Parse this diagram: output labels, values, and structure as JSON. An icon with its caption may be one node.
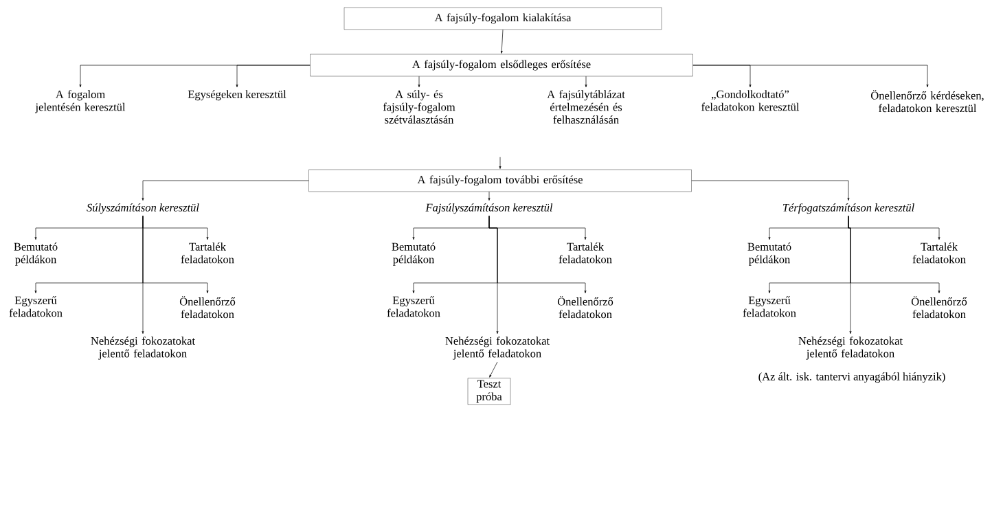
{
  "diagram": {
    "nodes": [
      {
        "text": [
          "A fajsúly-fogalom kialakítása"
        ]
      },
      {
        "text": [
          "A fajsúly-fogalom elsődleges erősítése"
        ]
      },
      {
        "text": [
          "A fogalom jelentésén keresztül"
        ]
      },
      {
        "text": [
          "Egységeken keresztül"
        ]
      },
      {
        "text": [
          "A súly- és fajsúly-fogalom szétválasztásán"
        ]
      },
      {
        "text": [
          "A fajsúlytáblázat értelmezésén és felhasználásán"
        ]
      },
      {
        "text": [
          "„Gondolkodtató” feladatokon keresztül"
        ]
      },
      {
        "text": [
          "Önellenőrző kérdéseken, feladatokon keresztül"
        ]
      },
      {
        "text": [
          "A fajsúly-fogalom további erősítése"
        ]
      },
      {
        "text": [
          "Súlyszámításon keresztül"
        ]
      },
      {
        "text": [
          "Fajsúlyszámításon keresztül"
        ]
      },
      {
        "text": [
          "Térfogatszámításon keresztül"
        ]
      },
      {
        "text": [
          "Bemutató példákon"
        ]
      },
      {
        "text": [
          "Tartalék feladatokon"
        ]
      },
      {
        "text": [
          "Egyszerű feladatokon"
        ]
      },
      {
        "text": [
          "Önellenőrző feladatokon"
        ]
      },
      {
        "text": [
          "Nehézségi fokozatokat jelentő feladatokon"
        ]
      },
      {
        "text": [
          "Bemutató példákon"
        ]
      },
      {
        "text": [
          "Tartalék feladatokon"
        ]
      },
      {
        "text": [
          "Egyszerű feladatokon"
        ]
      },
      {
        "text": [
          "Önellenőrző feladatokon"
        ]
      },
      {
        "text": [
          "Nehézségi fokozatokat jelentő feladatokon"
        ]
      },
      {
        "text": [
          "Bemutató példákon"
        ]
      },
      {
        "text": [
          "Tartalék feladatokon"
        ]
      },
      {
        "text": [
          "Egyszerű feladatokon"
        ]
      },
      {
        "text": [
          "Önellenőrző feladatokon"
        ]
      },
      {
        "text": [
          "Nehézségi fokozatokat jelentő feladatokon"
        ]
      },
      {
        "text": [
          "Teszt próba"
        ]
      }
    ],
    "edges": [
      {
        "from": 0,
        "to": 1,
        "arrow": "to"
      },
      {
        "from": 1,
        "to": 2,
        "arrow": "to"
      },
      {
        "from": 1,
        "to": 3,
        "arrow": "to"
      },
      {
        "from": 1,
        "to": 4,
        "arrow": "to"
      },
      {
        "from": 1,
        "to": 5,
        "arrow": "to"
      },
      {
        "from": 1,
        "to": 6,
        "arrow": "to"
      },
      {
        "from": 1,
        "to": 7,
        "arrow": "to"
      },
      {
        "from": null,
        "to": 8,
        "arrow": "to"
      },
      {
        "from": 8,
        "to": 9,
        "arrow": "to"
      },
      {
        "from": 8,
        "to": 10,
        "arrow": "to"
      },
      {
        "from": 8,
        "to": 11,
        "arrow": "to"
      },
      {
        "from": 9,
        "to": 12,
        "arrow": "to"
      },
      {
        "from": 9,
        "to": 13,
        "arrow": "to"
      },
      {
        "from": 9,
        "to": 14,
        "arrow": "to"
      },
      {
        "from": 9,
        "to": 15,
        "arrow": "to"
      },
      {
        "from": 9,
        "to": 16,
        "arrow": "to"
      },
      {
        "from": 10,
        "to": 17,
        "arrow": "to"
      },
      {
        "from": 10,
        "to": 18,
        "arrow": "to"
      },
      {
        "from": 10,
        "to": 19,
        "arrow": "to"
      },
      {
        "from": 10,
        "to": 20,
        "arrow": "to"
      },
      {
        "from": 10,
        "to": 21,
        "arrow": "to"
      },
      {
        "from": 11,
        "to": 22,
        "arrow": "to"
      },
      {
        "from": 11,
        "to": 23,
        "arrow": "to"
      },
      {
        "from": 11,
        "to": 24,
        "arrow": "to"
      },
      {
        "from": 11,
        "to": 25,
        "arrow": "to"
      },
      {
        "from": 11,
        "to": 26,
        "arrow": "to"
      },
      {
        "from": 21,
        "to": 27,
        "arrow": "to"
      }
    ],
    "labels": [
      "(Az ált. isk. tantervi anyagából hiányzik)"
    ]
  }
}
